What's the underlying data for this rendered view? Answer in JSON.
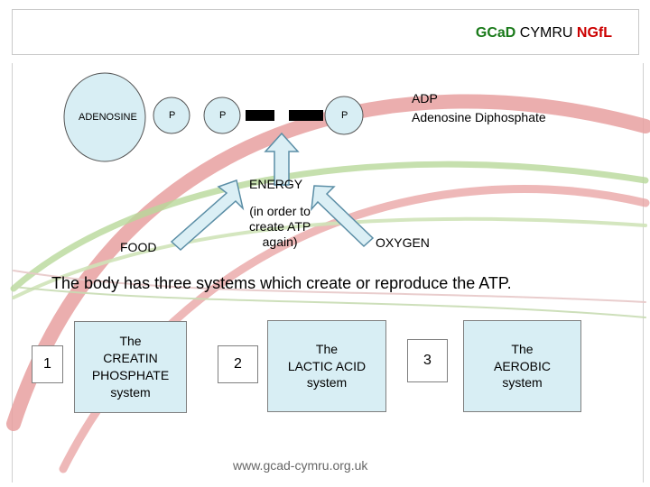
{
  "header": {
    "brand_part1": "GCaD",
    "brand_part2": " CYMRU ",
    "brand_part3": "NGfL"
  },
  "molecule": {
    "adenosine_label": "ADENOSINE",
    "phosphate1_label": "P",
    "phosphate2_label": "P",
    "phosphate3_label": "P",
    "adp_title": "ADP",
    "adp_subtitle": "Adenosine Diphosphate"
  },
  "energy": {
    "label": "ENERGY",
    "note_line1": "(in order to",
    "note_line2": "create  ATP",
    "note_line3": "again)",
    "food_label": "FOOD",
    "oxygen_label": "OXYGEN"
  },
  "systems": {
    "heading": "The body has three systems which create or reproduce the ATP.",
    "items": [
      {
        "number": "1",
        "line1": "The",
        "line2": "CREATIN",
        "line3": "PHOSPHATE",
        "line4": "system"
      },
      {
        "number": "2",
        "line1": "The",
        "line2": "LACTIC ACID",
        "line3": "system"
      },
      {
        "number": "3",
        "line1": "The",
        "line2": "AEROBIC",
        "line3": "system"
      }
    ]
  },
  "footer": {
    "url": "www.gcad-cymru.org.uk"
  },
  "colors": {
    "box_fill": "#d8eef4",
    "arrow_fill": "#dbeff5",
    "brand_green": "#1a7a1a",
    "brand_red": "#cc0000",
    "swoosh_red": "#e8a0a0",
    "swoosh_green": "#b8d89a"
  }
}
